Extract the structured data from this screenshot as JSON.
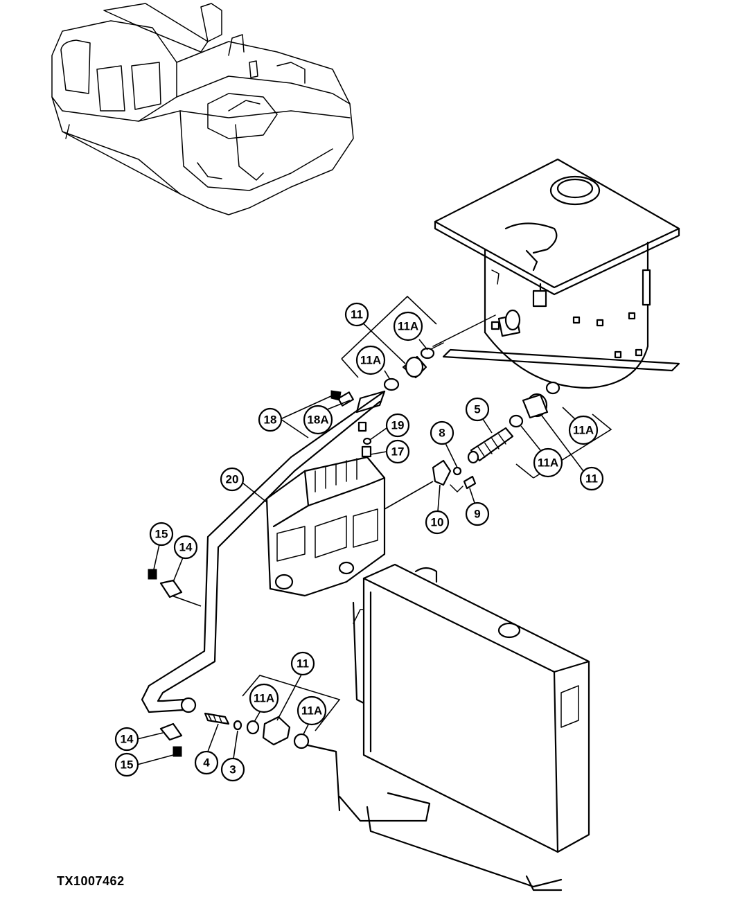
{
  "figure_id": "TX1007462",
  "callouts": {
    "c1": "11",
    "c2": "11A",
    "c3": "11A",
    "c4": "18",
    "c5": "18A",
    "c6": "19",
    "c7": "17",
    "c8": "8",
    "c9": "5",
    "c10": "11A",
    "c11": "11A",
    "c12": "11",
    "c13": "9",
    "c14": "10",
    "c15": "20",
    "c16": "15",
    "c17": "14",
    "c18": "11",
    "c19": "11A",
    "c20": "11A",
    "c21": "14",
    "c22": "15",
    "c23": "4",
    "c24": "3"
  }
}
